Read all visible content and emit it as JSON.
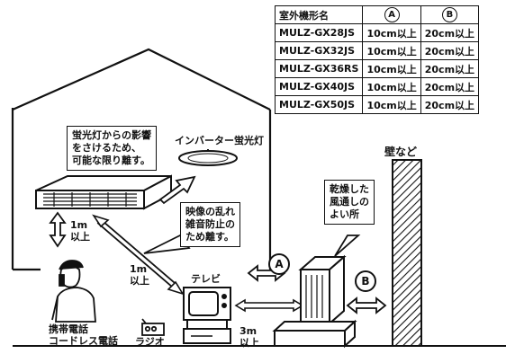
{
  "table": {
    "header": {
      "model": "室外機形名",
      "col_a": "A",
      "col_b": "B"
    },
    "rows": [
      {
        "model": "MULZ-GX28JS",
        "a": "10cm以上",
        "b": "20cm以上"
      },
      {
        "model": "MULZ-GX32JS",
        "a": "10cm以上",
        "b": "20cm以上"
      },
      {
        "model": "MULZ-GX36RS",
        "a": "10cm以上",
        "b": "20cm以上"
      },
      {
        "model": "MULZ-GX40JS",
        "a": "10cm以上",
        "b": "20cm以上"
      },
      {
        "model": "MULZ-GX50JS",
        "a": "10cm以上",
        "b": "20cm以上"
      }
    ]
  },
  "labels": {
    "fluorescent_note": [
      "蛍光灯からの影響",
      "をさけるため、",
      "可能な限り離す。"
    ],
    "inverter_light": "インバーター蛍光灯",
    "wall": "壁など",
    "dry_place": [
      "乾燥した",
      "風通しの",
      "よい所"
    ],
    "interference_note": [
      "映像の乱れ",
      "雑音防止の",
      "ため離す。"
    ],
    "dist_1m_a": [
      "1m",
      "以上"
    ],
    "dist_1m_b": [
      "1m",
      "以上"
    ],
    "dist_3m": [
      "3m",
      "以上"
    ],
    "tv": "テレビ",
    "phone": [
      "携帯電話",
      "コードレス電話"
    ],
    "radio": "ラジオ",
    "marker_a": "A",
    "marker_b": "B"
  }
}
